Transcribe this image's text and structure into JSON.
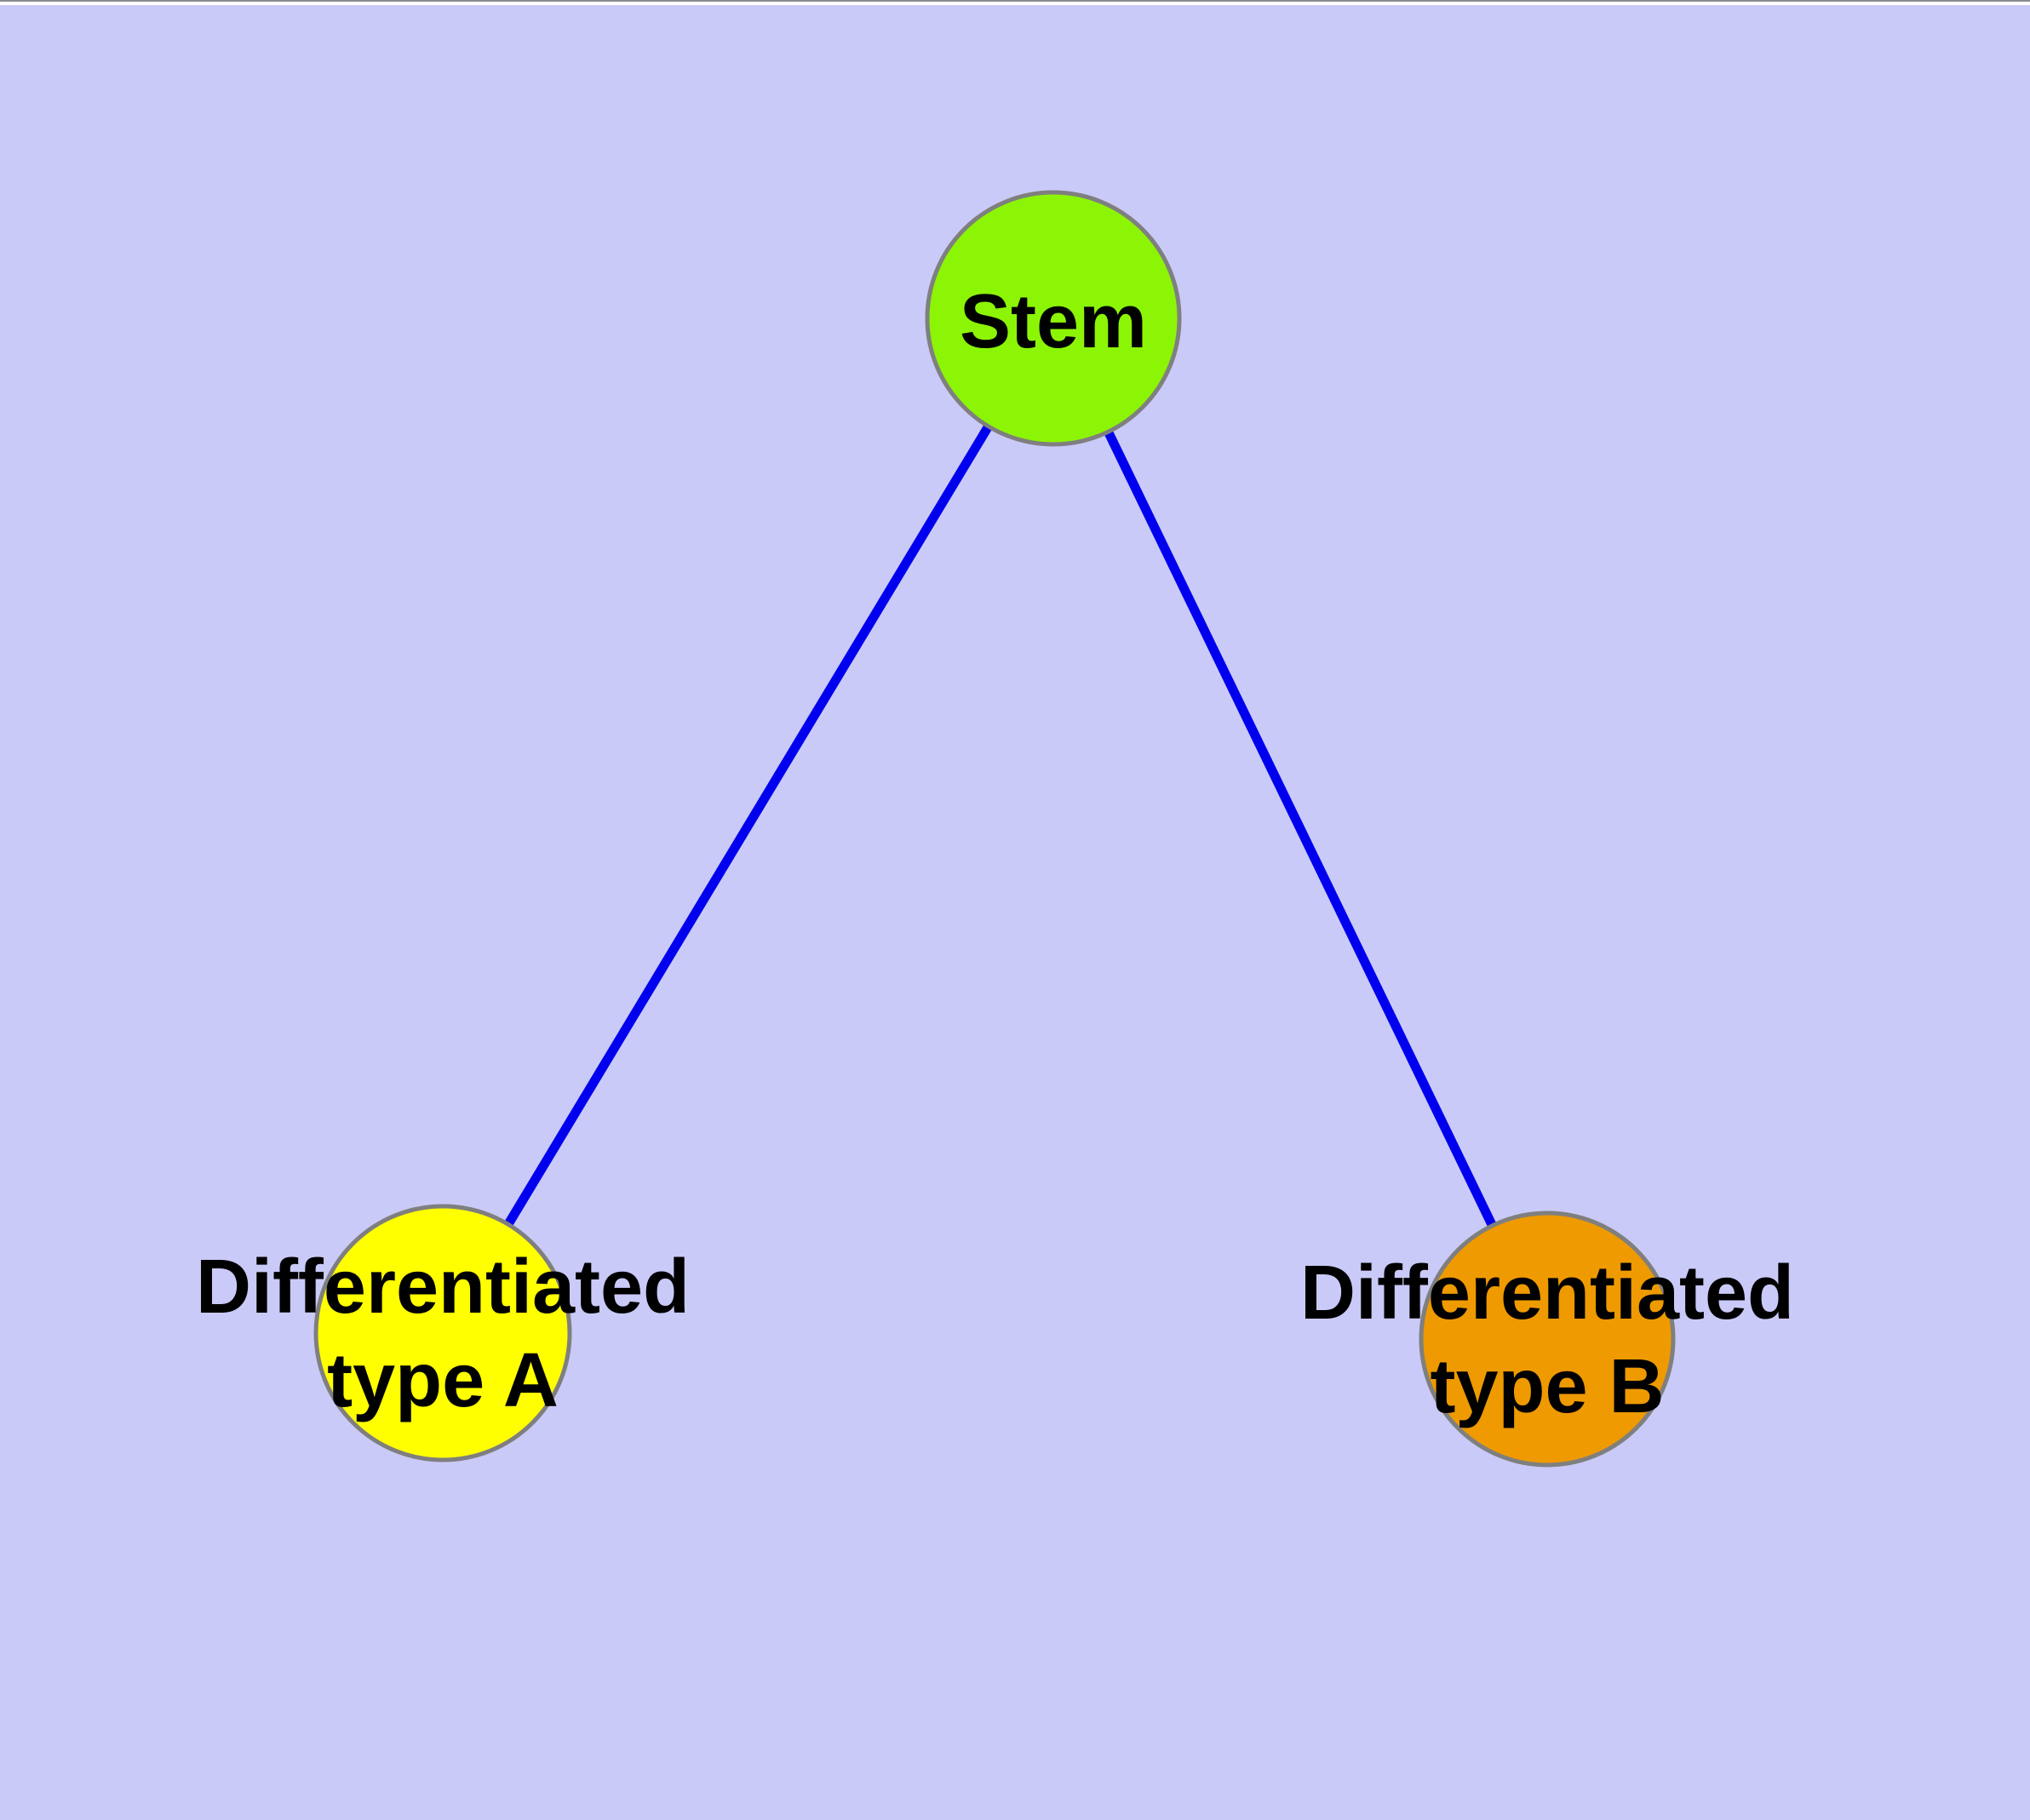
{
  "colors": {
    "background": "#CACAF8",
    "edge": "#0000EE",
    "node_border": "#7F7F7F",
    "label_text": "#000000",
    "top_strip": "#FFFFFF",
    "top_hairline": "#8A8A92"
  },
  "graph": {
    "nodes": [
      {
        "id": "stem",
        "label": "Stem",
        "label_lines": [
          "Stem"
        ],
        "fill": "#8CF505"
      },
      {
        "id": "type_a",
        "label": "Differentiated type A",
        "label_lines": [
          "Differentiated",
          "type A"
        ],
        "fill": "#FFFF00"
      },
      {
        "id": "type_b",
        "label": "Differentiated type B",
        "label_lines": [
          "Differentiated",
          "type B"
        ],
        "fill": "#EE9A00"
      }
    ],
    "edges": [
      {
        "from": "stem",
        "to": "type_a"
      },
      {
        "from": "stem",
        "to": "type_b"
      }
    ]
  }
}
